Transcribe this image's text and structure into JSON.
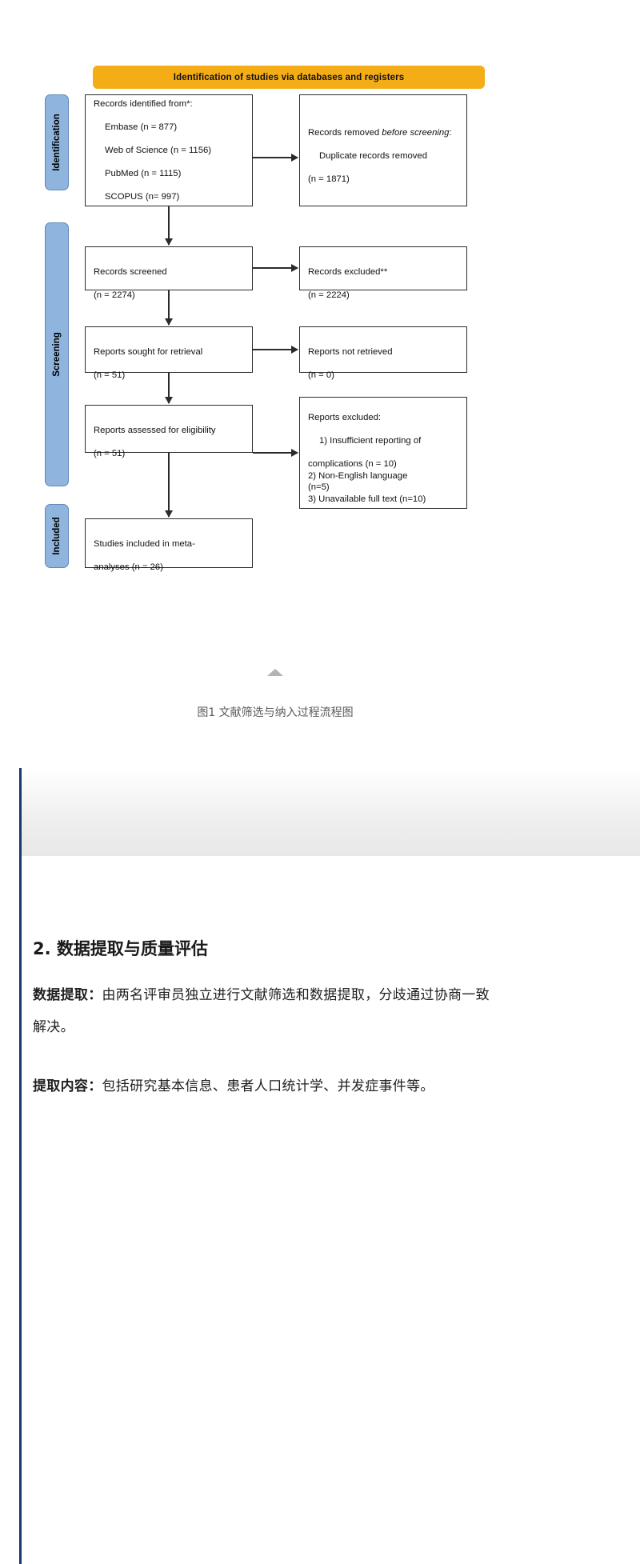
{
  "figure": {
    "banner": "Identification of studies via databases and registers",
    "stages": {
      "identification": "Identification",
      "screening": "Screening",
      "included": "Included"
    },
    "boxes": {
      "identified": {
        "title": "Records identified from*:",
        "items": [
          "Embase (n = 877)",
          "Web of Science (n = 1156)",
          "PubMed (n = 1115)",
          "SCOPUS (n= 997)"
        ]
      },
      "removed": {
        "line1": "Records removed ",
        "line1_italic": "before screening",
        "line1_end": ":",
        "items": [
          "Duplicate records removed",
          "(n = 1871)"
        ]
      },
      "screened": {
        "title": "Records screened",
        "count": "(n = 2274)"
      },
      "excluded": {
        "title": "Records excluded**",
        "count": "(n = 2224)"
      },
      "sought": {
        "title": "Reports sought for retrieval",
        "count": "(n = 51)"
      },
      "not_retrieved": {
        "title": "Reports not retrieved",
        "count": "(n = 0)"
      },
      "assessed": {
        "title": "Reports assessed for eligibility",
        "count": "(n = 51)"
      },
      "reports_excluded": {
        "title": "Reports excluded:",
        "items": [
          "1) Insufficient reporting of",
          "complications (n = 10)",
          "2) Non-English language",
          "(n=5)",
          "3) Unavailable full text (n=10)"
        ]
      },
      "included": {
        "line1": "Studies included in meta-",
        "line2": "analyses (n = 26)"
      }
    },
    "caption": "图1  文献筛选与纳入过程流程图",
    "colors": {
      "banner": "#f5ad17",
      "stage": "#8fb4de",
      "rail": "#173a68"
    }
  },
  "article": {
    "heading": "2. 数据提取与质量评估",
    "paragraphs": [
      {
        "label": "数据提取：",
        "text": "由两名评审员独立进行文献筛选和数据提取，分歧通过协商一致解决。"
      },
      {
        "label": "提取内容：",
        "text": "包括研究基本信息、患者人口统计学、并发症事件等。"
      }
    ]
  }
}
